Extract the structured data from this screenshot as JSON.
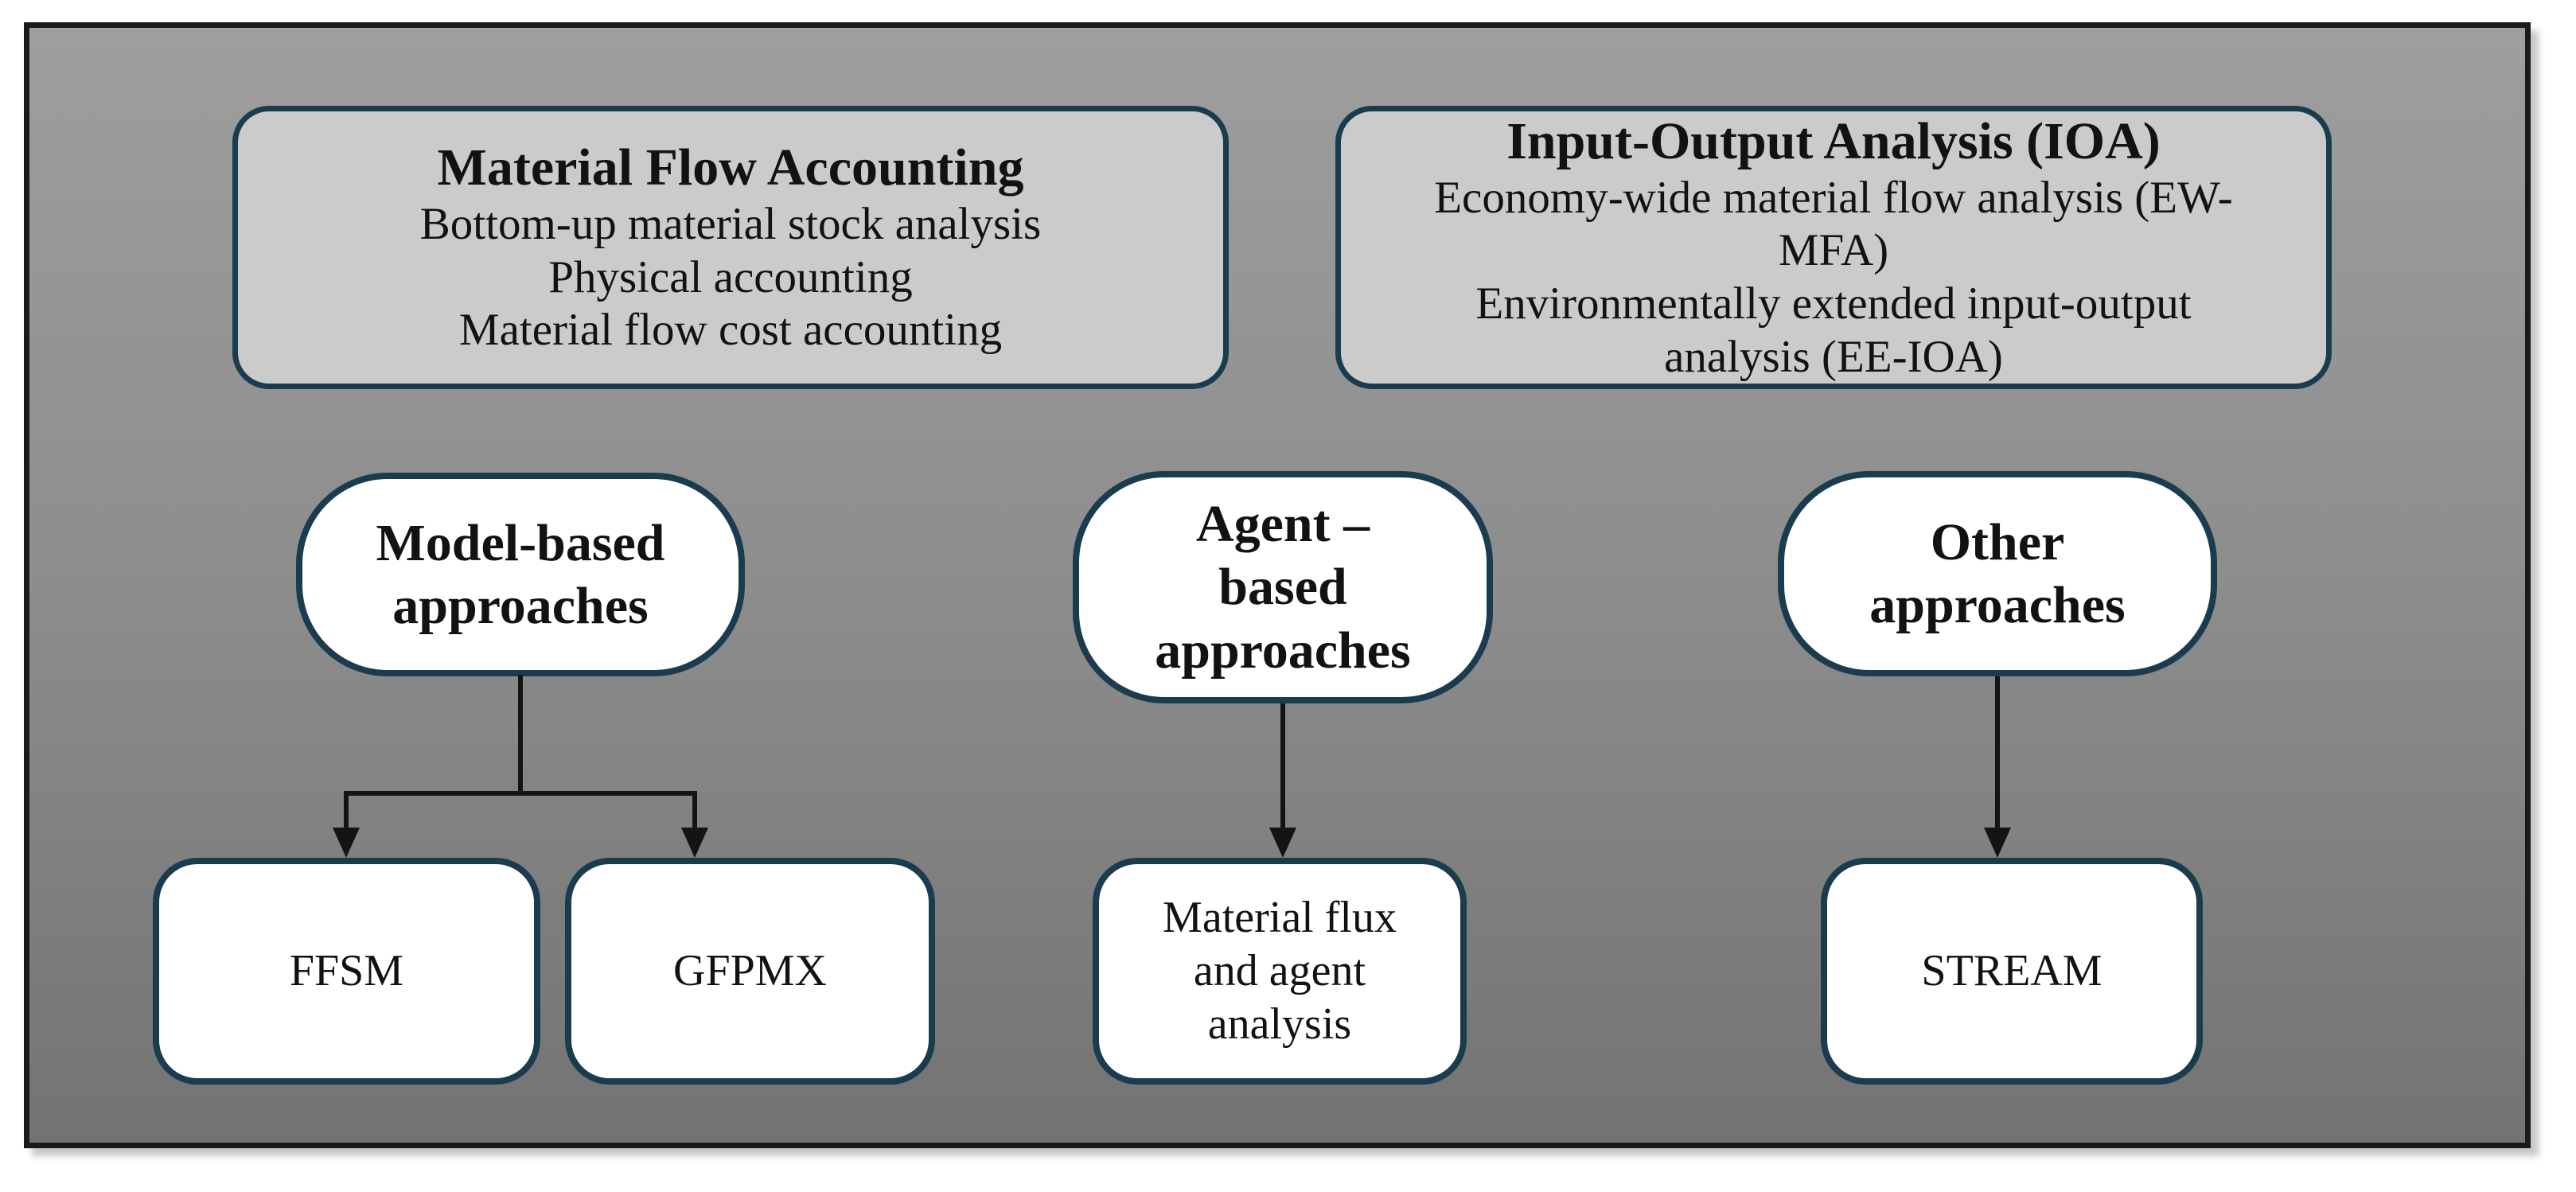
{
  "diagram": {
    "top_boxes": [
      {
        "title": "Material Flow Accounting",
        "items": "Bottom-up material stock analysis\nPhysical accounting\nMaterial flow cost accounting"
      },
      {
        "title": "Input-Output Analysis (IOA)",
        "items": "Economy-wide material flow analysis (EW-\nMFA)\nEnvironmentally extended input-output\nanalysis (EE-IOA)"
      }
    ],
    "approach_nodes": [
      {
        "label": "Model-based\napproaches"
      },
      {
        "label": "Agent –\nbased\napproaches"
      },
      {
        "label": "Other\napproaches"
      }
    ],
    "leaf_nodes": [
      {
        "label": "FFSM"
      },
      {
        "label": "GFPMX"
      },
      {
        "label": "Material flux\nand agent\nanalysis"
      },
      {
        "label": "STREAM"
      }
    ],
    "colors": {
      "frame_border": "#1a1a1a",
      "background_top": "#9e9e9e",
      "background_bottom": "#737373",
      "node_border": "#1b3c4f",
      "category_box_fill": "#cbcbcb",
      "node_fill": "#ffffff",
      "connector": "#141414",
      "text": "#121212"
    }
  }
}
